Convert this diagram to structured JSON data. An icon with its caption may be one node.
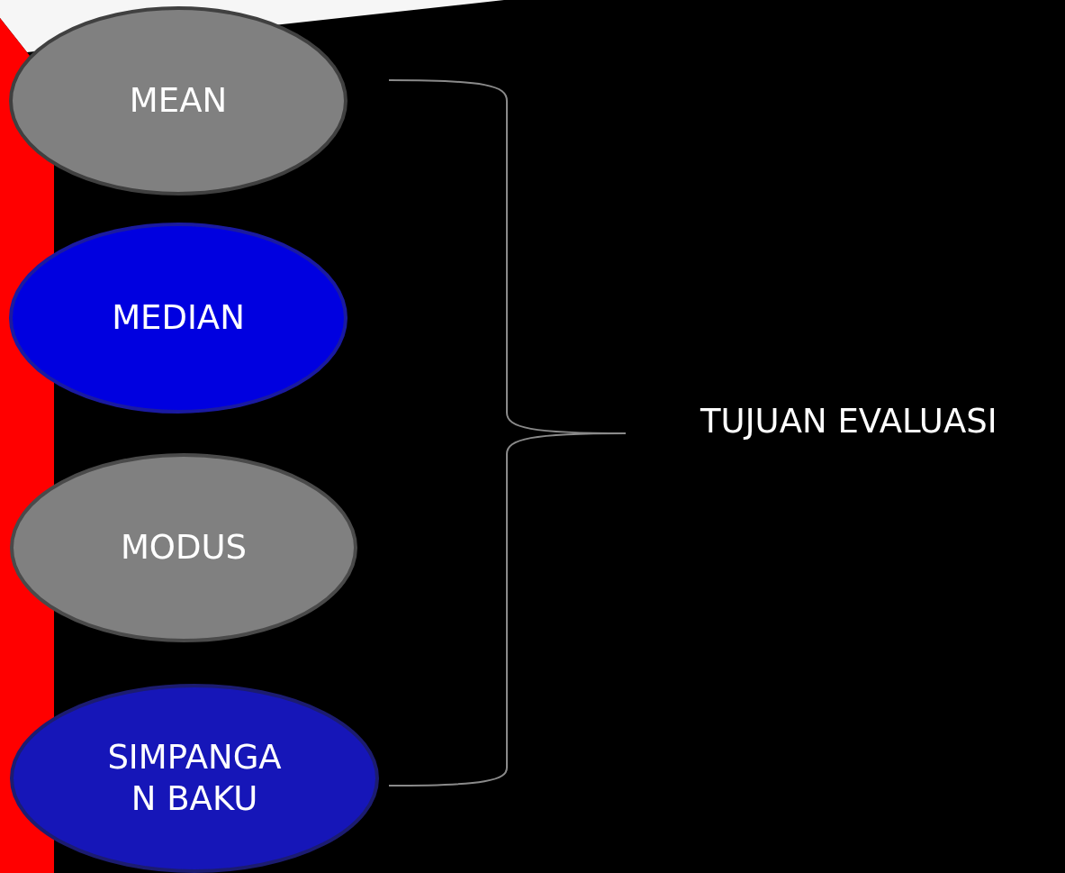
{
  "diagram": {
    "nodes": [
      {
        "text": [
          "MEAN"
        ]
      },
      {
        "text": [
          "MEDIAN"
        ]
      },
      {
        "text": [
          "MODUS"
        ]
      },
      {
        "text": [
          "SIMPANGA N BAKU"
        ]
      }
    ],
    "labels": [
      "TUJUAN EVALUASI"
    ]
  }
}
